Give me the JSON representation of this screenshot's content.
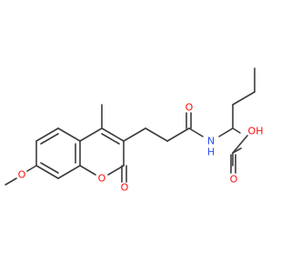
{
  "bond_color": "#3c3c3c",
  "atoms": [
    {
      "id": "o-methoxy",
      "label": "O",
      "color": "#ff0d0d"
    },
    {
      "id": "o-ring",
      "label": "O",
      "color": "#ff0d0d"
    },
    {
      "id": "o-lactone-carbonyl",
      "label": "O",
      "color": "#ff0d0d"
    },
    {
      "id": "o-amide",
      "label": "O",
      "color": "#ff0d0d"
    },
    {
      "id": "n-amide",
      "label": "N",
      "sub": "H",
      "color": "#3050f8"
    },
    {
      "id": "o-acid-hydroxyl",
      "label": "OH",
      "color": "#ff0d0d"
    },
    {
      "id": "o-acid-carbonyl",
      "label": "O",
      "color": "#ff0d0d"
    }
  ]
}
